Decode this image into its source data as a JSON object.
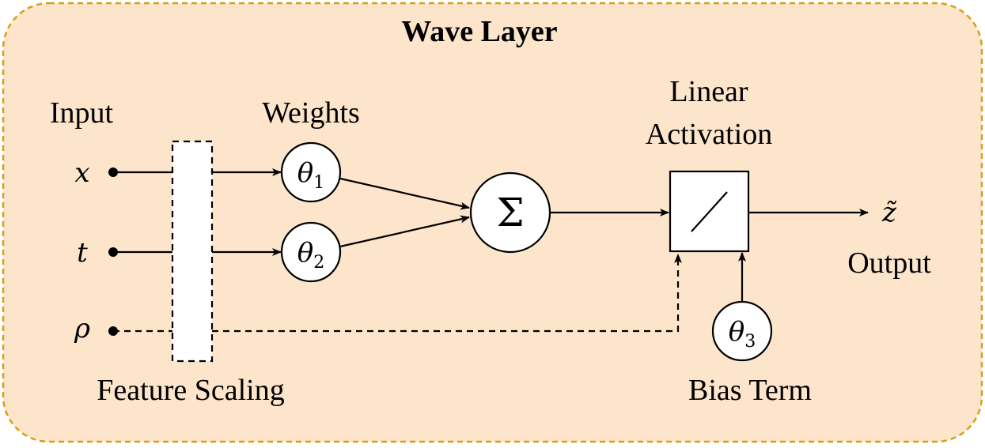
{
  "title": "Wave Layer",
  "labels": {
    "input": "Input",
    "weights": "Weights",
    "activation_line1": "Linear",
    "activation_line2": "Activation",
    "output": "Output",
    "feature_scaling": "Feature Scaling",
    "bias_term": "Bias Term"
  },
  "inputs": [
    "x",
    "t",
    "ρ"
  ],
  "weights": [
    {
      "symbol": "θ",
      "sub": "1"
    },
    {
      "symbol": "θ",
      "sub": "2"
    }
  ],
  "bias": {
    "symbol": "θ",
    "sub": "3"
  },
  "sum_symbol": "Σ",
  "output_symbol": "z̃",
  "colors": {
    "panel_fill": "#fde5cc",
    "panel_border": "#d4a017",
    "stroke": "#000000",
    "node_fill": "#ffffff"
  }
}
